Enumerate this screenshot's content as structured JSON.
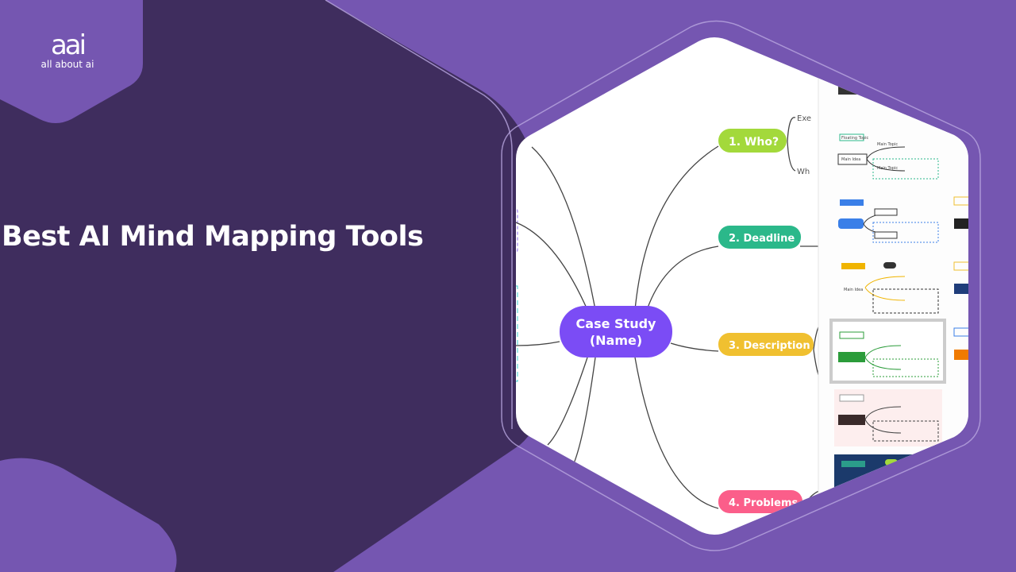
{
  "brand": {
    "logo_mark": "aai",
    "logo_text": "all about ai"
  },
  "headline": "Best AI Mind Mapping Tools",
  "colors": {
    "background": "#7556b1",
    "dark_panel": "#3f2d5e",
    "center_node": "#7b4cf5"
  },
  "mindmap": {
    "center": {
      "line1": "Case Study",
      "line2": "(Name)"
    },
    "branches": [
      {
        "label": "1.  Who?",
        "color": "#a3d93b"
      },
      {
        "label": "2. Deadline",
        "color": "#2bb88a"
      },
      {
        "label": "3. Description",
        "color": "#f0c030"
      },
      {
        "label": "4. Problems",
        "color": "#fb5e8a"
      }
    ],
    "sub_labels": [
      "Exe",
      "Wh"
    ]
  },
  "templates": {
    "main_idea": "Main Idea",
    "main_topic": "Main Topic",
    "floating_topic": "Floating Topic"
  }
}
